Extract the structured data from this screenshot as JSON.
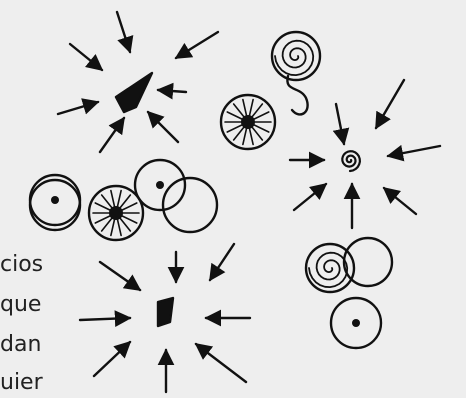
{
  "text_fragments": [
    "cios",
    "que",
    "dan",
    "uier"
  ],
  "colors": {
    "background": "#eeeeee",
    "ink": "#111111"
  },
  "illustration": {
    "icons": [
      "star-shape-icon",
      "spiral-shape-icon",
      "splatter-icon",
      "coiled-shell-icon",
      "dotted-circle-icon",
      "empty-circle-icon",
      "inward-arrow-icon"
    ]
  }
}
